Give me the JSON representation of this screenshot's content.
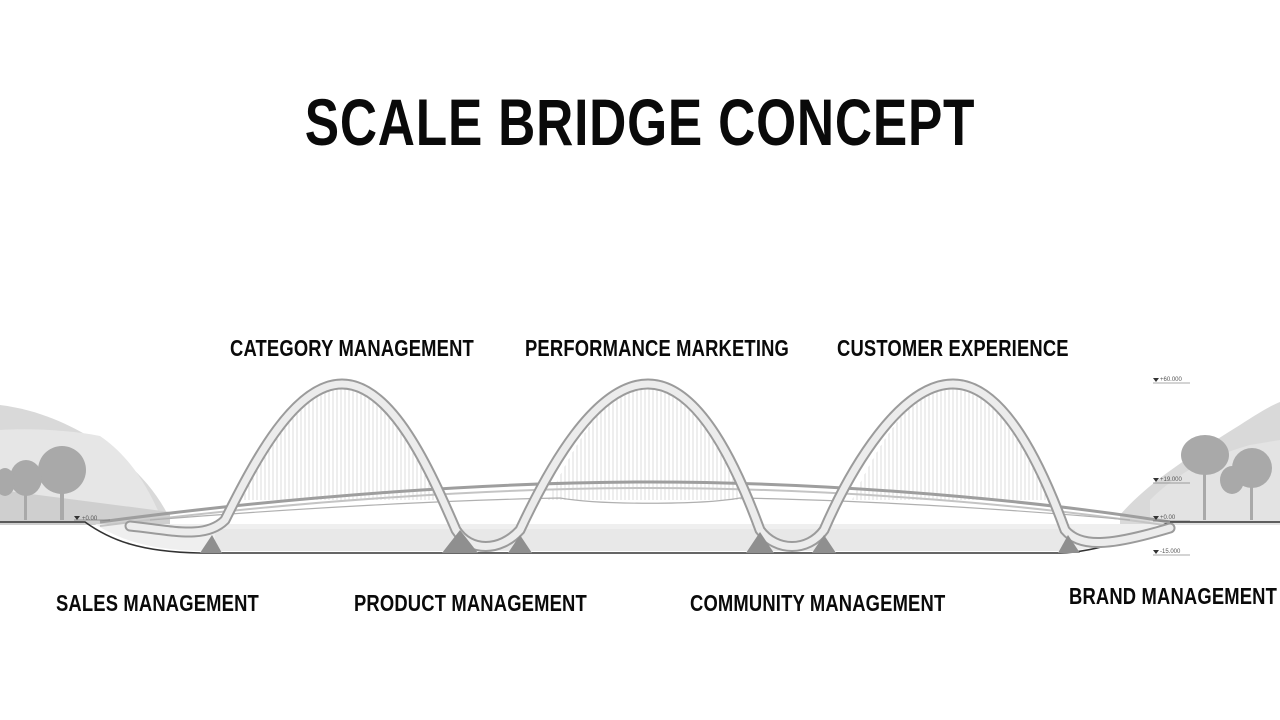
{
  "title": "SCALE BRIDGE CONCEPT",
  "labels_top": {
    "category": "CATEGORY MANAGEMENT",
    "performance": "PERFORMANCE MARKETING",
    "customer": "CUSTOMER EXPERIENCE"
  },
  "labels_bottom": {
    "sales": "SALES MANAGEMENT",
    "product": "PRODUCT MANAGEMENT",
    "community": "COMMUNITY MANAGEMENT",
    "brand": "BRAND MANAGEMENT"
  },
  "elevations": {
    "left_deck": "+0.00",
    "right_top": "+60.000",
    "right_mid": "+19.000",
    "right_deck": "+0.00",
    "right_low": "-15.000"
  },
  "colors": {
    "arch": "#e6e6e6",
    "arch_edge": "#9a9a9a",
    "cables": "#c8c8c8",
    "deck": "#bdbdbd",
    "hills": "#d6d6d6",
    "trees": "#a8a8a8",
    "pier": "#8f8f8f"
  }
}
